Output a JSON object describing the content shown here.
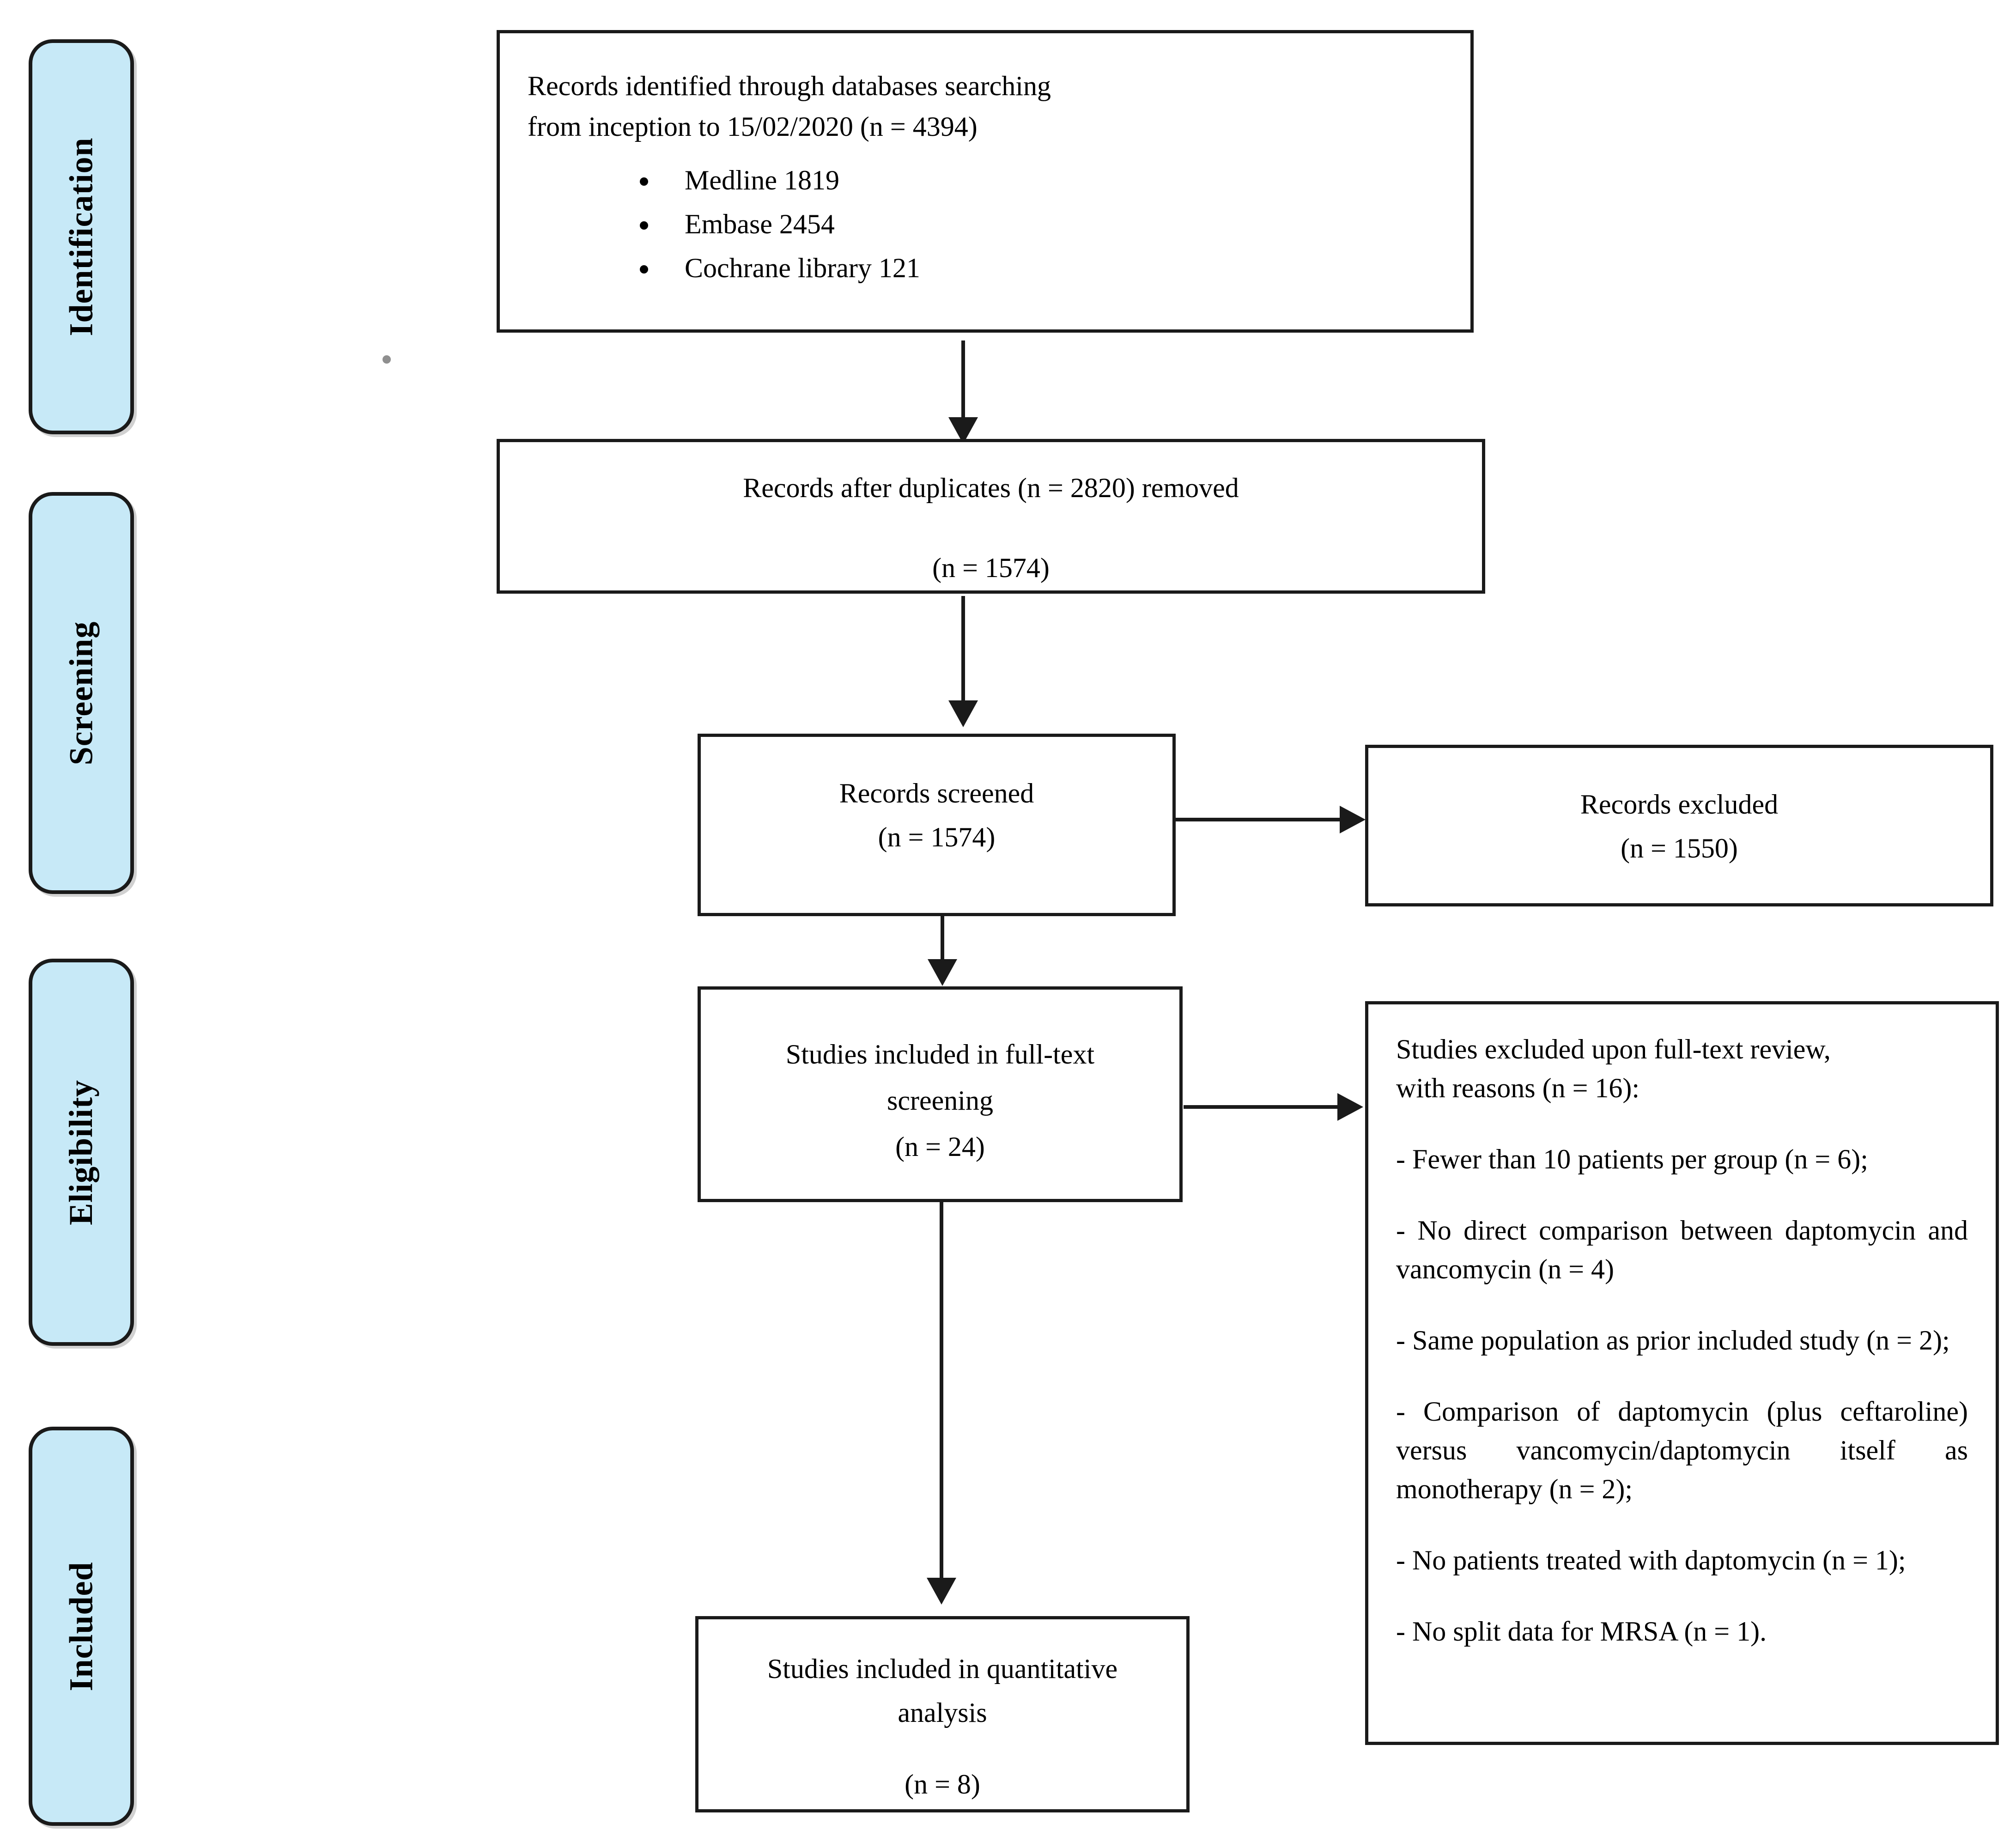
{
  "diagram": {
    "colors": {
      "phase_fill": "#c7e9f7",
      "border": "#1a1a1a",
      "background": "#ffffff"
    },
    "phases": [
      {
        "label": "Identification"
      },
      {
        "label": "Screening"
      },
      {
        "label": "Eligibility"
      },
      {
        "label": "Included"
      }
    ],
    "boxes": {
      "identified": {
        "line1": "Records identified through databases searching",
        "line2": "from inception to 15/02/2020 (n = 4394)",
        "bullets": [
          "Medline 1819",
          "Embase 2454",
          "Cochrane library 121"
        ]
      },
      "deduplicated": {
        "line1": "Records after duplicates (n = 2820) removed",
        "line2": "(n = 1574)"
      },
      "screened": {
        "line1": "Records screened",
        "line2": "(n = 1574)"
      },
      "excluded": {
        "line1": "Records excluded",
        "line2": "(n = 1550)"
      },
      "fulltext": {
        "line1": "Studies included in full-text",
        "line2": "screening",
        "line3": "(n = 24)"
      },
      "reasons": {
        "header_line1": "Studies excluded upon full-text review,",
        "header_line2": "with reasons (n = 16):",
        "items": [
          "- Fewer than 10 patients per group (n = 6);",
          "- No direct comparison between daptomycin and vancomycin (n = 4)",
          "- Same population as prior included study (n = 2);",
          "- Comparison of daptomycin (plus ceftaroline) versus vancomycin/daptomycin itself as monotherapy (n = 2);",
          "- No patients treated with daptomycin (n = 1);",
          "- No split data for MRSA (n = 1)."
        ]
      },
      "quantitative": {
        "line1": "Studies included in quantitative",
        "line2": "analysis",
        "line3": "(n = 8)"
      }
    }
  }
}
